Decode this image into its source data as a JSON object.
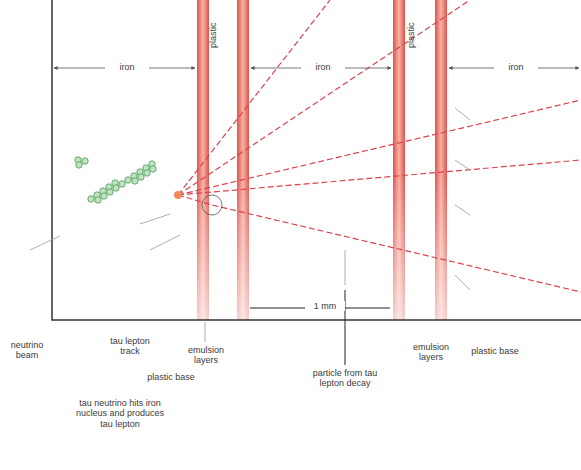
{
  "diagram": {
    "labels": [
      "iron",
      "plastic",
      "iron",
      "plastic",
      "iron",
      "neutrino beam",
      "tau lepton track",
      "emulsion layers",
      "plastic base",
      "tau neutrino hits iron nucleus and produces tau lepton",
      "1 mm",
      "particle from tau lepton decay",
      "emulsion layers",
      "plastic base"
    ]
  }
}
